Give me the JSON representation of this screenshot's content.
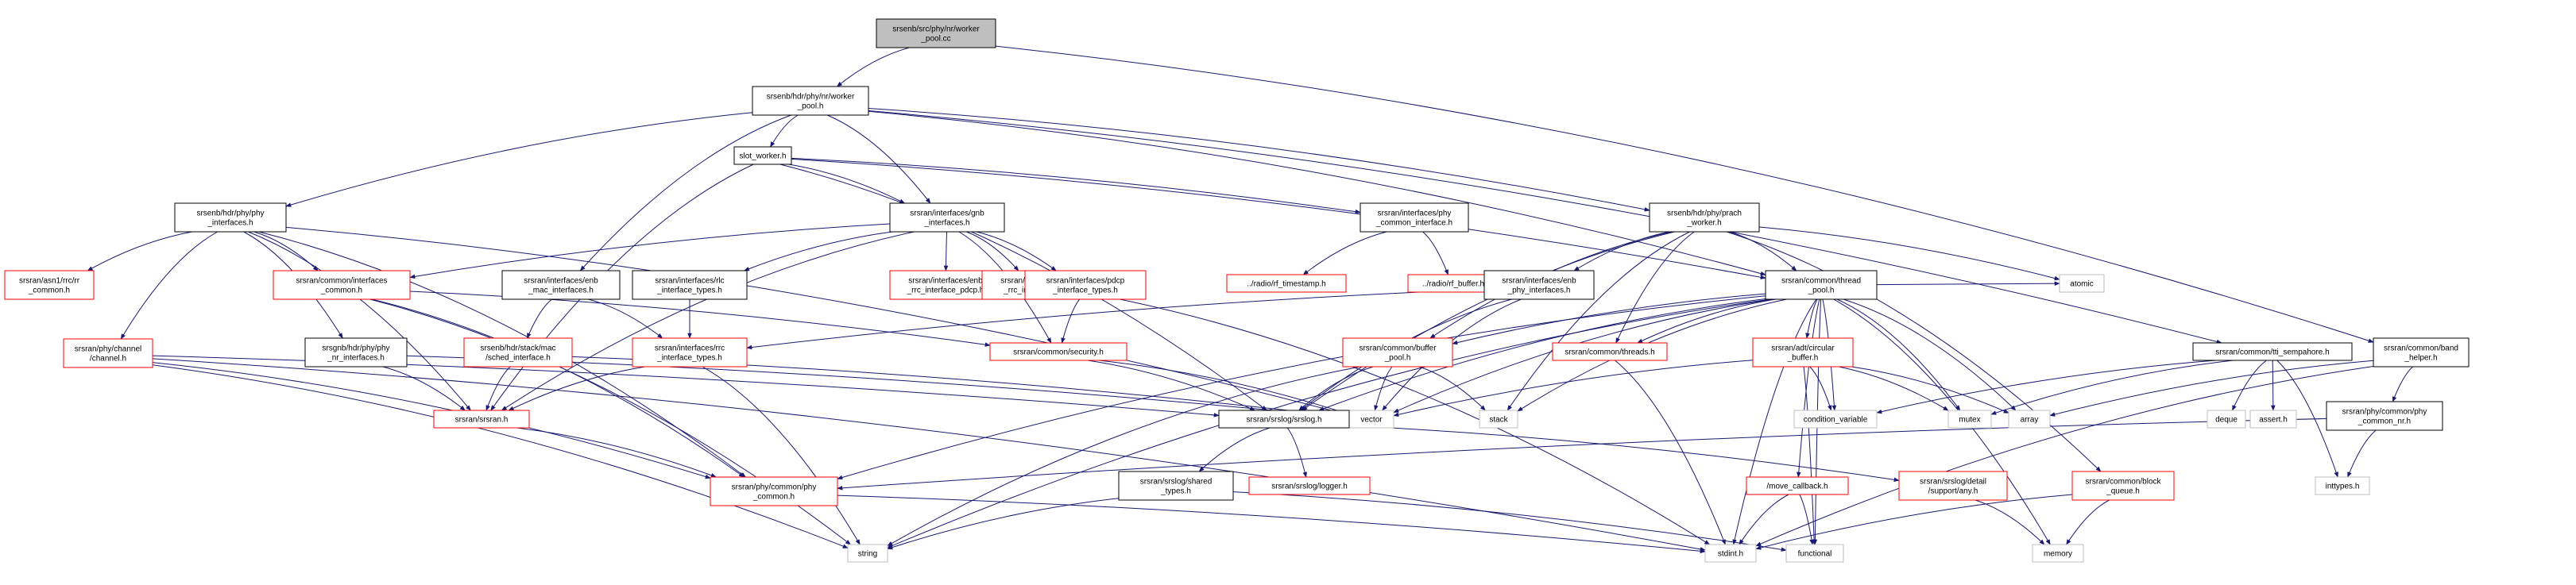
{
  "colors": {
    "edge": "#191970",
    "root_fill": "#bfbfbf",
    "root_stroke": "#000000",
    "documented_stroke": "#000000",
    "undocumented_stroke": "#ff0000",
    "system_stroke": "#bfbfbf"
  },
  "nodes": [
    {
      "id": "root",
      "lines": [
        "srsenb/src/phy/nr/worker",
        "_pool.cc"
      ],
      "kind": "root"
    },
    {
      "id": "worker_pool_h",
      "lines": [
        "srsenb/hdr/phy/nr/worker",
        "_pool.h"
      ],
      "kind": "doc"
    },
    {
      "id": "slot_worker",
      "lines": [
        "slot_worker.h"
      ],
      "kind": "doc"
    },
    {
      "id": "phy_interfaces",
      "lines": [
        "srsenb/hdr/phy/phy",
        "_interfaces.h"
      ],
      "kind": "doc"
    },
    {
      "id": "gnb_interfaces",
      "lines": [
        "srsran/interfaces/gnb",
        "_interfaces.h"
      ],
      "kind": "doc"
    },
    {
      "id": "phy_common_if",
      "lines": [
        "srsran/interfaces/phy",
        "_common_interface.h"
      ],
      "kind": "doc"
    },
    {
      "id": "prach_worker",
      "lines": [
        "srsenb/hdr/phy/prach",
        "_worker.h"
      ],
      "kind": "doc"
    },
    {
      "id": "tti_sem",
      "lines": [
        "srsran/common/tti_sempahore.h"
      ],
      "kind": "doc"
    },
    {
      "id": "band_helper",
      "lines": [
        "srsran/common/band",
        "_helper.h"
      ],
      "kind": "doc"
    },
    {
      "id": "asn1_rrc",
      "lines": [
        "srsran/asn1/rrc/rr",
        "_common.h"
      ],
      "kind": "undoc"
    },
    {
      "id": "if_common",
      "lines": [
        "srsran/common/interfaces",
        "_common.h"
      ],
      "kind": "undoc"
    },
    {
      "id": "channel",
      "lines": [
        "srsran/phy/channel",
        "/channel.h"
      ],
      "kind": "undoc"
    },
    {
      "id": "nr_interfaces",
      "lines": [
        "srsgnb/hdr/phy/phy",
        "_nr_interfaces.h"
      ],
      "kind": "doc"
    },
    {
      "id": "mac_interfaces",
      "lines": [
        "srsran/interfaces/enb",
        "_mac_interfaces.h"
      ],
      "kind": "doc"
    },
    {
      "id": "rlc_types",
      "lines": [
        "srsran/interfaces/rlc",
        "_interface_types.h"
      ],
      "kind": "doc"
    },
    {
      "id": "rrc_pdcp",
      "lines": [
        "srsran/interfaces/enb",
        "_rrc_interface_pdcp.h"
      ],
      "kind": "undoc"
    },
    {
      "id": "rrc_rlc",
      "lines": [
        "srsran/interfaces/enb",
        "_rrc_interface_rlc.h"
      ],
      "kind": "undoc"
    },
    {
      "id": "pdcp_types",
      "lines": [
        "srsran/interfaces/pdcp",
        "_interface_types.h"
      ],
      "kind": "undoc"
    },
    {
      "id": "rf_timestamp",
      "lines": [
        "../radio/rf_timestamp.h"
      ],
      "kind": "undoc"
    },
    {
      "id": "rf_buffer",
      "lines": [
        "../radio/rf_buffer.h"
      ],
      "kind": "undoc"
    },
    {
      "id": "enb_phy_if",
      "lines": [
        "srsran/interfaces/enb",
        "_phy_interfaces.h"
      ],
      "kind": "doc"
    },
    {
      "id": "thread_pool",
      "lines": [
        "srsran/common/thread",
        "_pool.h"
      ],
      "kind": "doc"
    },
    {
      "id": "sched_if",
      "lines": [
        "srsenb/hdr/stack/mac",
        "/sched_interface.h"
      ],
      "kind": "undoc"
    },
    {
      "id": "rrc_types",
      "lines": [
        "srsran/interfaces/rrc",
        "_interface_types.h"
      ],
      "kind": "undoc"
    },
    {
      "id": "security",
      "lines": [
        "srsran/common/security.h"
      ],
      "kind": "undoc"
    },
    {
      "id": "buffer_pool",
      "lines": [
        "srsran/common/buffer",
        "_pool.h"
      ],
      "kind": "undoc"
    },
    {
      "id": "threads",
      "lines": [
        "srsran/common/threads.h"
      ],
      "kind": "undoc"
    },
    {
      "id": "circ_buffer",
      "lines": [
        "srsran/adt/circular",
        "_buffer.h"
      ],
      "kind": "undoc"
    },
    {
      "id": "atomic",
      "lines": [
        "atomic"
      ],
      "kind": "sys"
    },
    {
      "id": "srsran_h",
      "lines": [
        "srsran/srsran.h"
      ],
      "kind": "undoc"
    },
    {
      "id": "vector",
      "lines": [
        "vector"
      ],
      "kind": "sys"
    },
    {
      "id": "stack",
      "lines": [
        "stack"
      ],
      "kind": "sys"
    },
    {
      "id": "srslog",
      "lines": [
        "srsran/srslog/srslog.h"
      ],
      "kind": "doc"
    },
    {
      "id": "cond_var",
      "lines": [
        "condition_variable"
      ],
      "kind": "sys"
    },
    {
      "id": "mutex",
      "lines": [
        "mutex"
      ],
      "kind": "sys"
    },
    {
      "id": "array",
      "lines": [
        "array"
      ],
      "kind": "sys"
    },
    {
      "id": "deque",
      "lines": [
        "deque"
      ],
      "kind": "sys"
    },
    {
      "id": "assert",
      "lines": [
        "assert.h"
      ],
      "kind": "sys"
    },
    {
      "id": "phy_common_nr",
      "lines": [
        "srsran/phy/common/phy",
        "_common_nr.h"
      ],
      "kind": "doc"
    },
    {
      "id": "phy_common",
      "lines": [
        "srsran/phy/common/phy",
        "_common.h"
      ],
      "kind": "undoc"
    },
    {
      "id": "shared_types",
      "lines": [
        "srsran/srslog/shared",
        "_types.h"
      ],
      "kind": "doc"
    },
    {
      "id": "logger",
      "lines": [
        "srsran/srslog/logger.h"
      ],
      "kind": "undoc"
    },
    {
      "id": "move_cb",
      "lines": [
        "/move_callback.h"
      ],
      "kind": "undoc"
    },
    {
      "id": "any_h",
      "lines": [
        "srsran/srslog/detail",
        "/support/any.h"
      ],
      "kind": "undoc"
    },
    {
      "id": "block_queue",
      "lines": [
        "srsran/common/block",
        "_queue.h"
      ],
      "kind": "undoc"
    },
    {
      "id": "inttypes",
      "lines": [
        "inttypes.h"
      ],
      "kind": "sys"
    },
    {
      "id": "string",
      "lines": [
        "string"
      ],
      "kind": "sys"
    },
    {
      "id": "stdint",
      "lines": [
        "stdint.h"
      ],
      "kind": "sys"
    },
    {
      "id": "functional",
      "lines": [
        "functional"
      ],
      "kind": "sys"
    },
    {
      "id": "memory",
      "lines": [
        "memory"
      ],
      "kind": "sys"
    }
  ],
  "edges": [
    [
      "root",
      "worker_pool_h"
    ],
    [
      "root",
      "band_helper"
    ],
    [
      "worker_pool_h",
      "slot_worker"
    ],
    [
      "worker_pool_h",
      "phy_interfaces"
    ],
    [
      "worker_pool_h",
      "gnb_interfaces"
    ],
    [
      "worker_pool_h",
      "mac_interfaces"
    ],
    [
      "worker_pool_h",
      "prach_worker"
    ],
    [
      "worker_pool_h",
      "thread_pool"
    ],
    [
      "worker_pool_h",
      "tti_sem"
    ],
    [
      "slot_worker",
      "gnb_interfaces"
    ],
    [
      "slot_worker",
      "phy_common_if"
    ],
    [
      "slot_worker",
      "thread_pool"
    ],
    [
      "slot_worker",
      "srsran_h"
    ],
    [
      "slot_worker",
      "srslog"
    ],
    [
      "phy_interfaces",
      "asn1_rrc"
    ],
    [
      "phy_interfaces",
      "if_common"
    ],
    [
      "phy_interfaces",
      "channel"
    ],
    [
      "phy_interfaces",
      "nr_interfaces"
    ],
    [
      "phy_interfaces",
      "srsran_h"
    ],
    [
      "phy_interfaces",
      "vector"
    ],
    [
      "phy_interfaces",
      "phy_common"
    ],
    [
      "gnb_interfaces",
      "if_common"
    ],
    [
      "gnb_interfaces",
      "rlc_types"
    ],
    [
      "gnb_interfaces",
      "rrc_pdcp"
    ],
    [
      "gnb_interfaces",
      "rrc_rlc"
    ],
    [
      "gnb_interfaces",
      "pdcp_types"
    ],
    [
      "gnb_interfaces",
      "security"
    ],
    [
      "gnb_interfaces",
      "srsran_h"
    ],
    [
      "phy_common_if",
      "rf_timestamp"
    ],
    [
      "phy_common_if",
      "rf_buffer"
    ],
    [
      "prach_worker",
      "enb_phy_if"
    ],
    [
      "prach_worker",
      "thread_pool"
    ],
    [
      "prach_worker",
      "threads"
    ],
    [
      "prach_worker",
      "buffer_pool"
    ],
    [
      "prach_worker",
      "srslog"
    ],
    [
      "prach_worker",
      "block_queue"
    ],
    [
      "prach_worker",
      "atomic"
    ],
    [
      "prach_worker",
      "stack"
    ],
    [
      "tti_sem",
      "deque"
    ],
    [
      "tti_sem",
      "assert"
    ],
    [
      "tti_sem",
      "mutex"
    ],
    [
      "tti_sem",
      "cond_var"
    ],
    [
      "tti_sem",
      "inttypes"
    ],
    [
      "band_helper",
      "array"
    ],
    [
      "band_helper",
      "phy_common_nr"
    ],
    [
      "band_helper",
      "stdint"
    ],
    [
      "if_common",
      "security"
    ],
    [
      "if_common",
      "string"
    ],
    [
      "if_common",
      "phy_common"
    ],
    [
      "channel",
      "srslog"
    ],
    [
      "channel",
      "string"
    ],
    [
      "channel",
      "stdint"
    ],
    [
      "channel",
      "phy_common"
    ],
    [
      "nr_interfaces",
      "srsran_h"
    ],
    [
      "nr_interfaces",
      "vector"
    ],
    [
      "mac_interfaces",
      "sched_if"
    ],
    [
      "mac_interfaces",
      "rrc_types"
    ],
    [
      "rlc_types",
      "rrc_types"
    ],
    [
      "pdcp_types",
      "security"
    ],
    [
      "pdcp_types",
      "stdint"
    ],
    [
      "enb_phy_if",
      "rrc_types"
    ],
    [
      "enb_phy_if",
      "srslog"
    ],
    [
      "enb_phy_if",
      "vector"
    ],
    [
      "thread_pool",
      "threads"
    ],
    [
      "thread_pool",
      "circ_buffer"
    ],
    [
      "thread_pool",
      "move_cb"
    ],
    [
      "thread_pool",
      "srslog"
    ],
    [
      "thread_pool",
      "cond_var"
    ],
    [
      "thread_pool",
      "mutex"
    ],
    [
      "thread_pool",
      "atomic"
    ],
    [
      "thread_pool",
      "vector"
    ],
    [
      "thread_pool",
      "string"
    ],
    [
      "thread_pool",
      "stdint"
    ],
    [
      "thread_pool",
      "memory"
    ],
    [
      "thread_pool",
      "functional"
    ],
    [
      "thread_pool",
      "stack"
    ],
    [
      "thread_pool",
      "array"
    ],
    [
      "thread_pool",
      "buffer_pool"
    ],
    [
      "thread_pool",
      "phy_common"
    ],
    [
      "sched_if",
      "srsran_h"
    ],
    [
      "sched_if",
      "vector"
    ],
    [
      "rrc_types",
      "srsran_h"
    ],
    [
      "rrc_types",
      "string"
    ],
    [
      "security",
      "srslog"
    ],
    [
      "security",
      "vector"
    ],
    [
      "buffer_pool",
      "srslog"
    ],
    [
      "buffer_pool",
      "vector"
    ],
    [
      "buffer_pool",
      "stack"
    ],
    [
      "buffer_pool",
      "string"
    ],
    [
      "threads",
      "stdint"
    ],
    [
      "circ_buffer",
      "cond_var"
    ],
    [
      "circ_buffer",
      "mutex"
    ],
    [
      "circ_buffer",
      "array"
    ],
    [
      "circ_buffer",
      "vector"
    ],
    [
      "circ_buffer",
      "functional"
    ],
    [
      "srsran_h",
      "phy_common"
    ],
    [
      "srslog",
      "shared_types"
    ],
    [
      "srslog",
      "logger"
    ],
    [
      "srslog",
      "any_h"
    ],
    [
      "phy_common_nr",
      "phy_common"
    ],
    [
      "phy_common_nr",
      "inttypes"
    ],
    [
      "phy_common",
      "stdint"
    ],
    [
      "shared_types",
      "string"
    ],
    [
      "shared_types",
      "functional"
    ],
    [
      "move_cb",
      "stdint"
    ],
    [
      "move_cb",
      "functional"
    ],
    [
      "any_h",
      "memory"
    ],
    [
      "block_queue",
      "stdint"
    ],
    [
      "block_queue",
      "memory"
    ]
  ]
}
